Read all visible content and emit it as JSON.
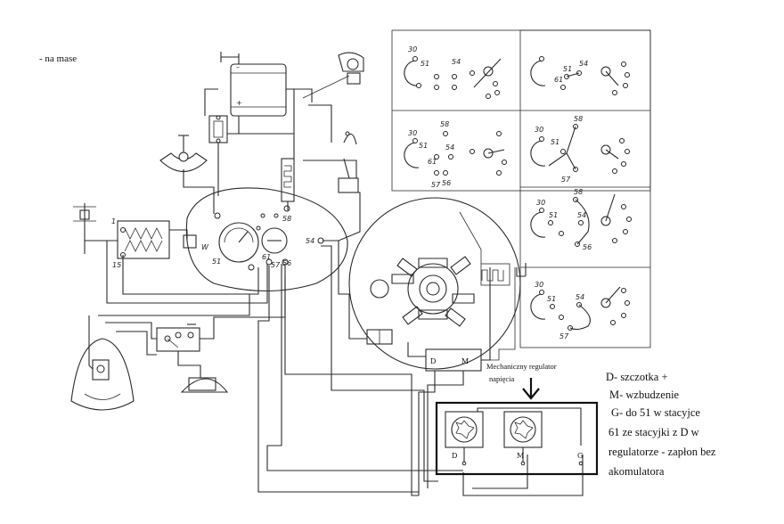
{
  "notes": {
    "ground": "- na mase",
    "regulator_title": "Mechaniczny regulator",
    "regulator_sub": "napięcia"
  },
  "legend": {
    "line1": "D- szczotka +",
    "line2": "M- wzbudzenie",
    "line3": "G- do 51 w stacyjce",
    "line4": "61 ze stacyjki z D w",
    "line5": "regulatorze - zapłon bez",
    "line6": "akomulatora"
  },
  "terminals": {
    "d": "D",
    "m": "M",
    "g": "G",
    "dm_d": "D",
    "dm_m": "M"
  },
  "wire_labels": {
    "t1": "1",
    "t15": "15",
    "t58": "58",
    "t54": "54",
    "t51": "51",
    "t61": "61",
    "t57": "57",
    "t56": "56",
    "t30": "30",
    "w": "W"
  },
  "switch_panels": [
    {
      "labels": [
        "30",
        "51",
        "54"
      ]
    },
    {
      "labels": [
        "51",
        "61",
        "54"
      ]
    },
    {
      "labels": [
        "30",
        "58",
        "51",
        "54",
        "61",
        "57",
        "56"
      ]
    },
    {
      "labels": [
        "30",
        "58",
        "51",
        "57"
      ]
    },
    {
      "labels": [
        "30",
        "58",
        "51",
        "54",
        "56"
      ]
    },
    {
      "labels": [
        "30",
        "51",
        "54",
        "57"
      ]
    }
  ],
  "colors": {
    "ink": "#2a2a2a",
    "box": "#111111",
    "paper": "#ffffff"
  }
}
